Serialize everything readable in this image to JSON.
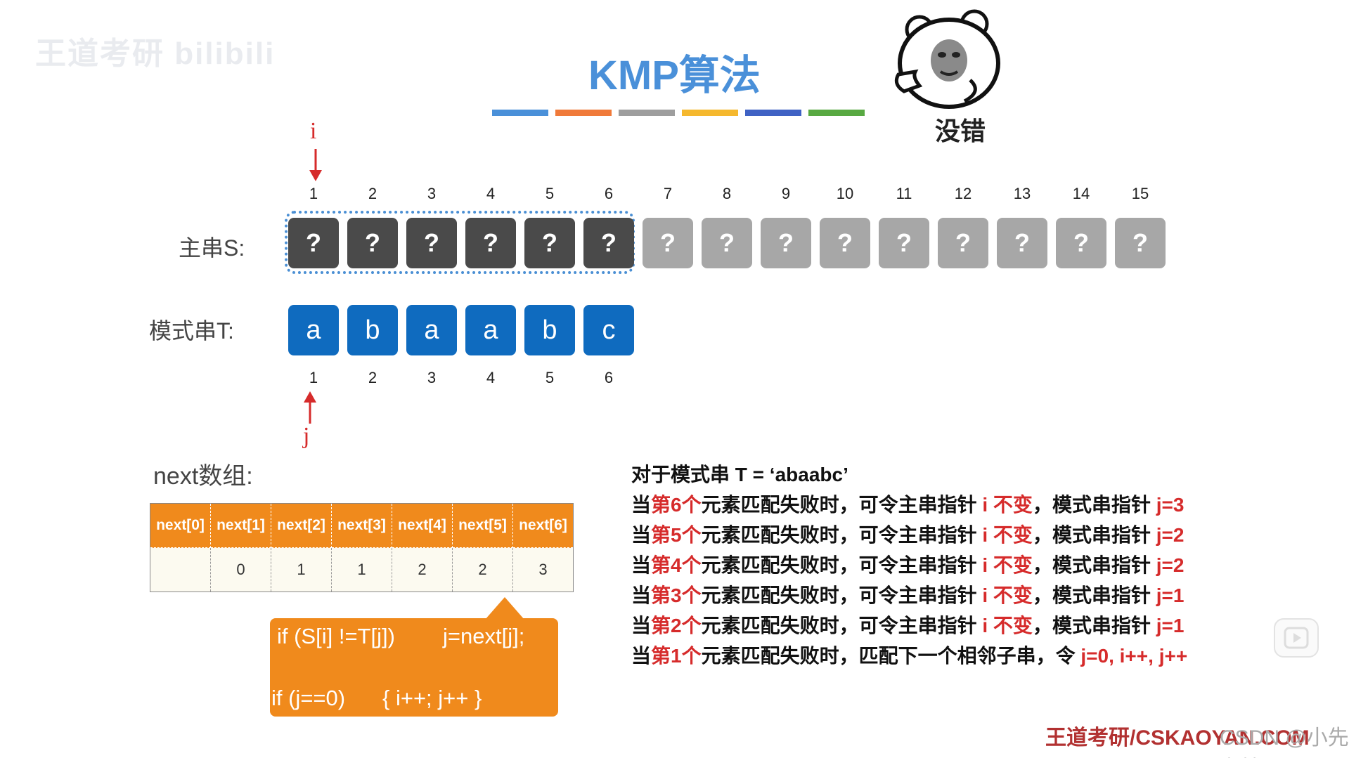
{
  "watermark": "王道考研 bilibili",
  "title": "KMP算法",
  "color_bars": [
    "#4a90d9",
    "#f07a3a",
    "#9e9e9e",
    "#f5b82e",
    "#3f62c4",
    "#58a942"
  ],
  "mascot": {
    "caption": "没错"
  },
  "pointers": {
    "i": "i",
    "j": "j"
  },
  "main_string": {
    "label": "主串S:",
    "indices": [
      "1",
      "2",
      "3",
      "4",
      "5",
      "6",
      "7",
      "8",
      "9",
      "10",
      "11",
      "12",
      "13",
      "14",
      "15"
    ],
    "cells": [
      "?",
      "?",
      "?",
      "?",
      "?",
      "?",
      "?",
      "?",
      "?",
      "?",
      "?",
      "?",
      "?",
      "?",
      "?"
    ],
    "highlighted_count": 6
  },
  "pattern": {
    "label": "模式串T:",
    "chars": [
      "a",
      "b",
      "a",
      "a",
      "b",
      "c"
    ],
    "indices": [
      "1",
      "2",
      "3",
      "4",
      "5",
      "6"
    ]
  },
  "next_array": {
    "label": "next数组:",
    "headers": [
      "next[0]",
      "next[1]",
      "next[2]",
      "next[3]",
      "next[4]",
      "next[5]",
      "next[6]"
    ],
    "values": [
      "",
      "0",
      "1",
      "1",
      "2",
      "2",
      "3"
    ]
  },
  "code": {
    "line1_a": "if (S[i] !=T[j])",
    "line1_b": "j=next[j];",
    "line2_a": "if (j==0)",
    "line2_b": "{ i++; j++ }"
  },
  "rules": {
    "heading": "对于模式串 T = ‘abaabc’",
    "lines": [
      {
        "p1": "当",
        "n": "第6个",
        "p2": "元素匹配失败时，可令主串指针 ",
        "r1": "i 不变",
        "p3": "，模式串指针 ",
        "r2": "j=3"
      },
      {
        "p1": "当",
        "n": "第5个",
        "p2": "元素匹配失败时，可令主串指针 ",
        "r1": "i 不变",
        "p3": "，模式串指针 ",
        "r2": "j=2"
      },
      {
        "p1": "当",
        "n": "第4个",
        "p2": "元素匹配失败时，可令主串指针 ",
        "r1": "i 不变",
        "p3": "，模式串指针 ",
        "r2": "j=2"
      },
      {
        "p1": "当",
        "n": "第3个",
        "p2": "元素匹配失败时，可令主串指针 ",
        "r1": "i 不变",
        "p3": "，模式串指针 ",
        "r2": "j=1"
      },
      {
        "p1": "当",
        "n": "第2个",
        "p2": "元素匹配失败时，可令主串指针 ",
        "r1": "i 不变",
        "p3": "，模式串指针 ",
        "r2": "j=1"
      },
      {
        "p1": "当",
        "n": "第1个",
        "p2": "元素匹配失败时，匹配下一个相邻子串，令 ",
        "r1": "j=0, i++, j++",
        "p3": "",
        "r2": ""
      }
    ]
  },
  "footer": {
    "text": "王道考研/CSKAOYAN.COM",
    "overlay": "CSDN @小先力拌面"
  }
}
